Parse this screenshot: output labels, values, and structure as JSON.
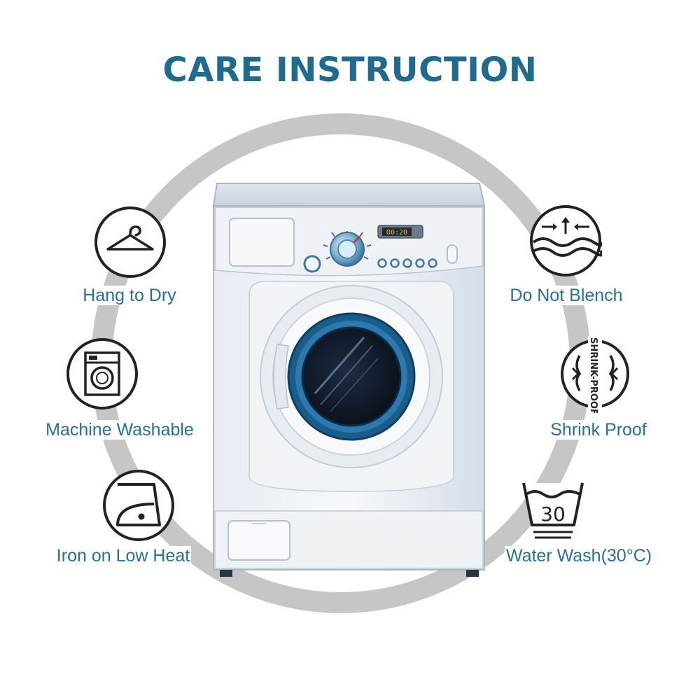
{
  "title": "CARE INSTRUCTION",
  "washer": {
    "display_time": "00:20"
  },
  "instructions": [
    {
      "label": "Hang to Dry",
      "icon": "hanger-icon"
    },
    {
      "label": "Machine Washable",
      "icon": "washing-machine-icon"
    },
    {
      "label": "Iron on Low Heat",
      "icon": "iron-low-heat-icon"
    },
    {
      "label": "Do Not Blench",
      "icon": "do-not-bleach-icon"
    },
    {
      "label": "Shrink Proof",
      "icon": "shrink-proof-icon",
      "badge": "SHRINK-PROOF"
    },
    {
      "label": "Water Wash(30°C)",
      "icon": "wash-tub-30-icon",
      "temperature": "30"
    }
  ],
  "colors": {
    "title": "#1f6a8f",
    "label": "#2a6f97",
    "ring": "#c6c6c6",
    "icon": "#222222",
    "drum_blue": "#1b5d8a"
  }
}
